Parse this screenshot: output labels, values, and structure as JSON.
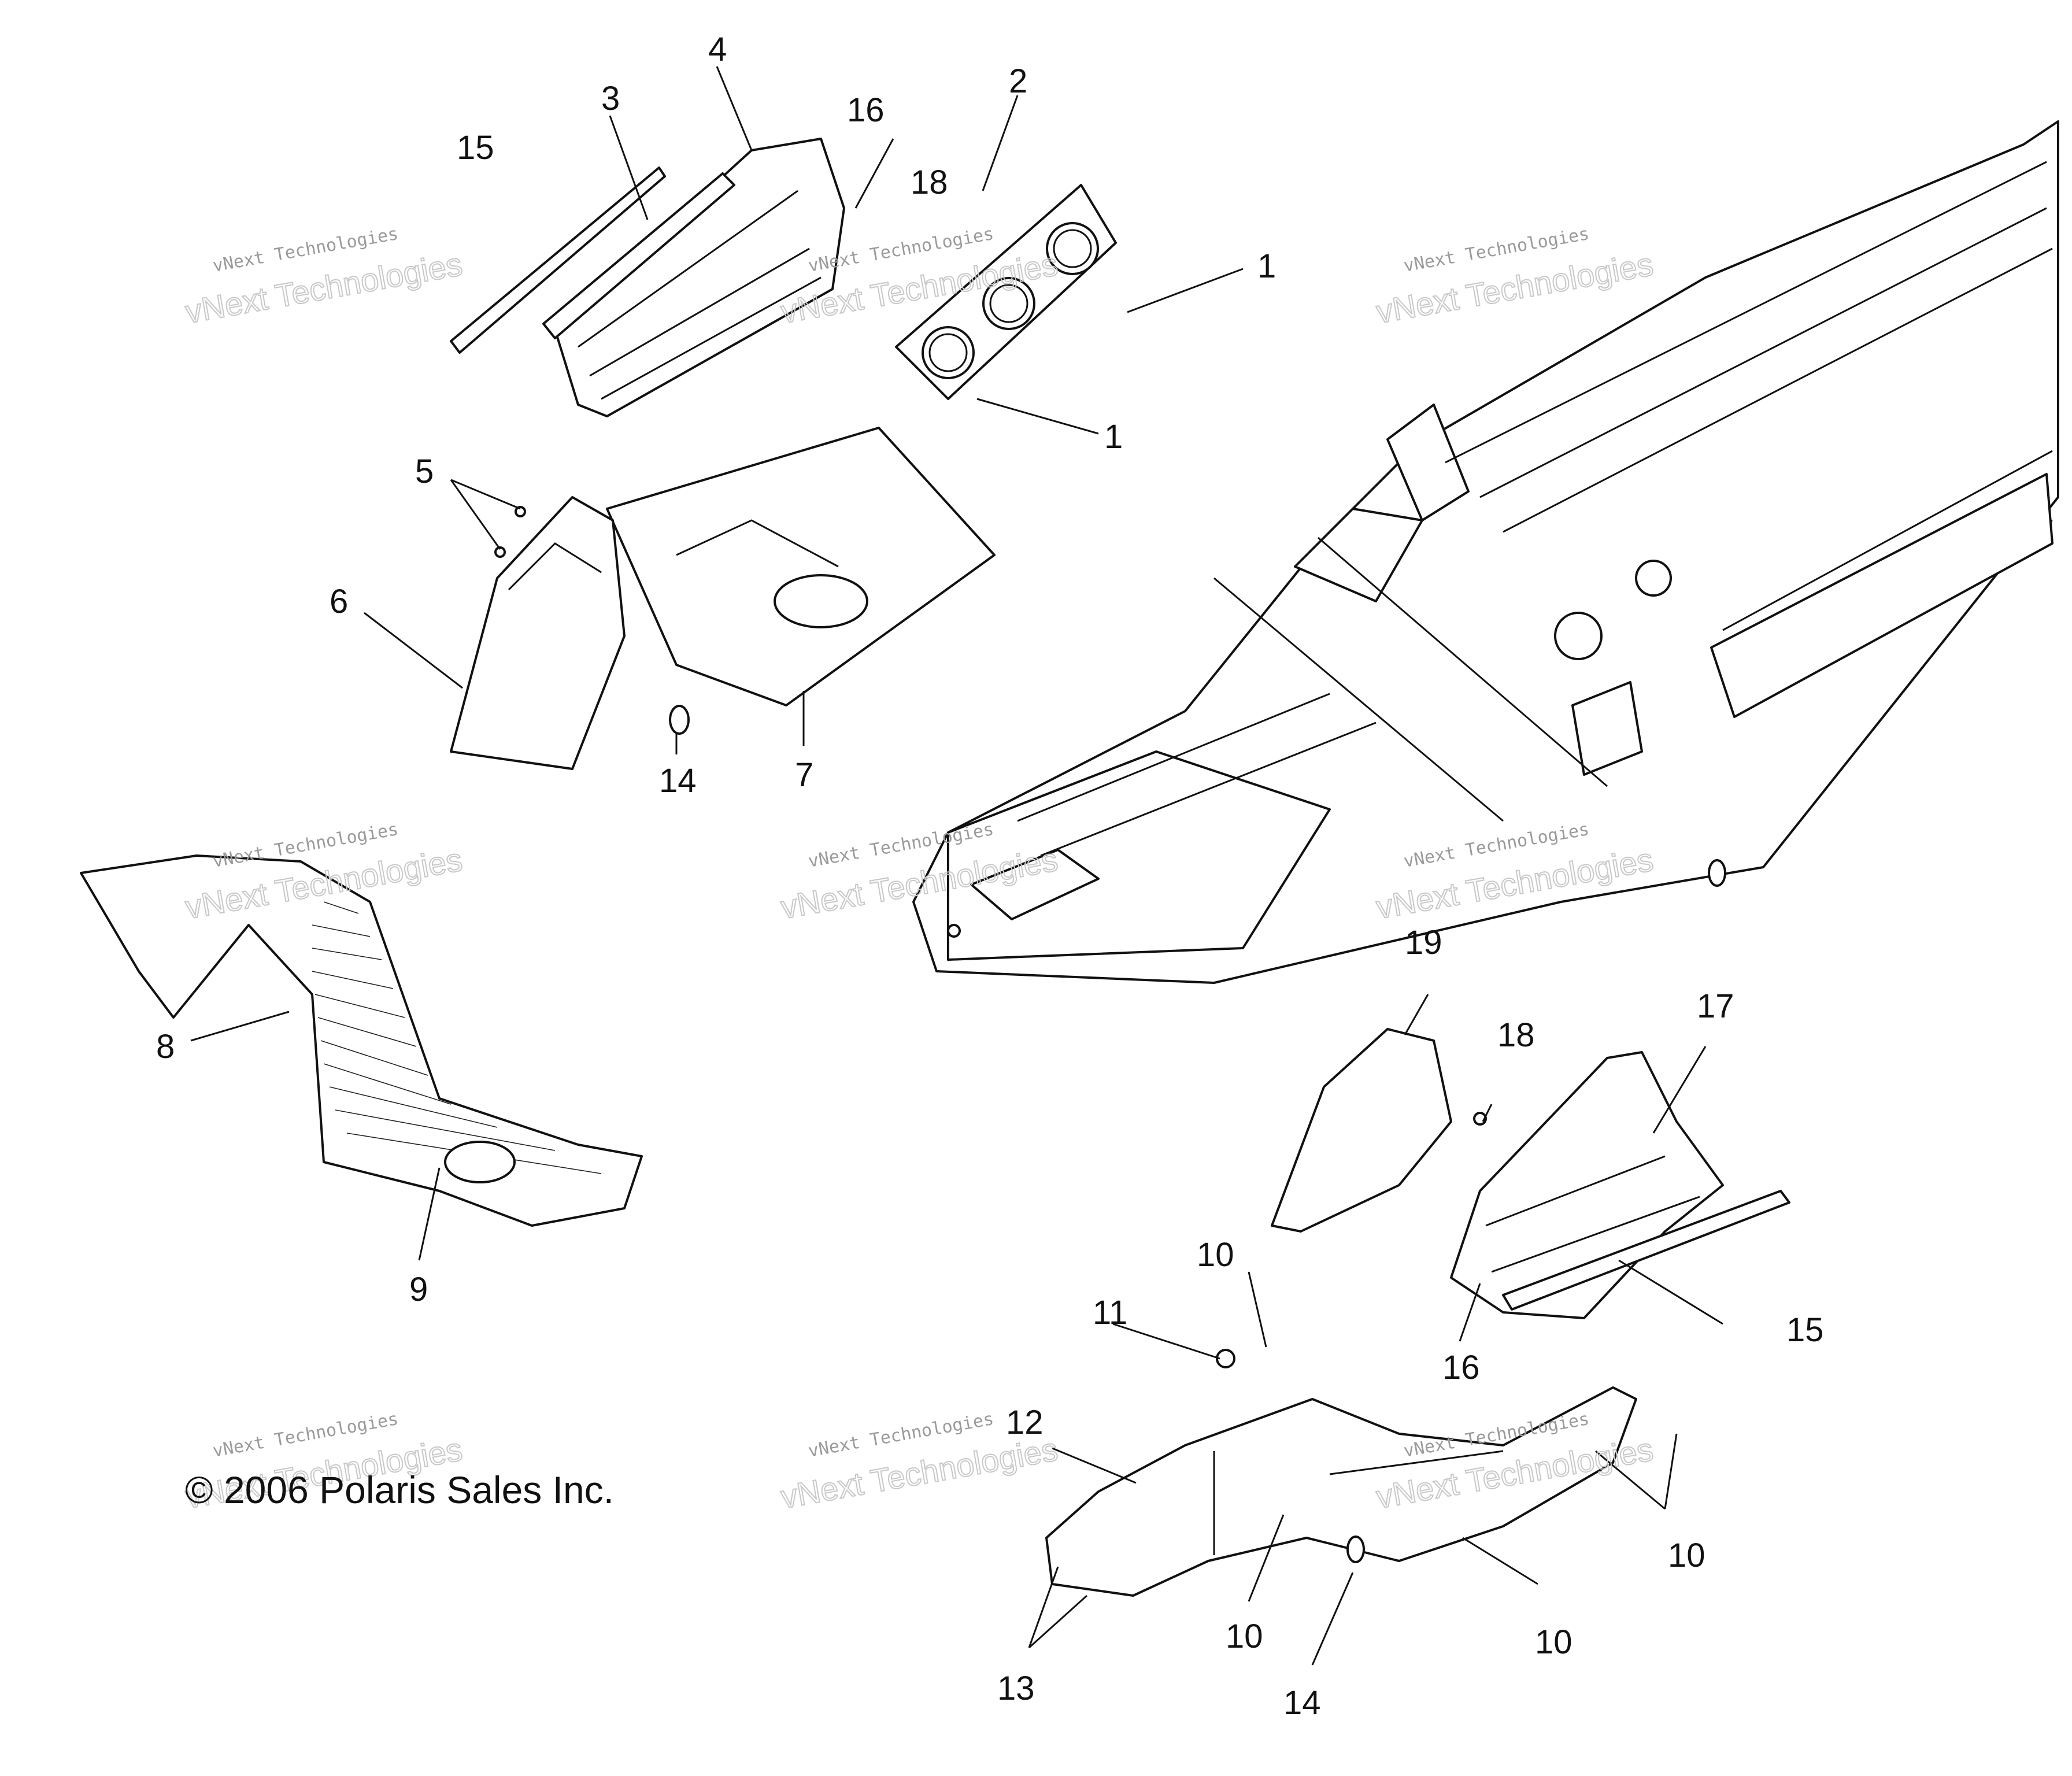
{
  "copyright": "© 2006 Polaris Sales Inc.",
  "watermark": {
    "line1": "vNext Technologies",
    "line2": "vNext Technologies"
  },
  "callouts": [
    "1",
    "1",
    "2",
    "3",
    "4",
    "5",
    "6",
    "7",
    "8",
    "9",
    "10",
    "10",
    "10",
    "10",
    "11",
    "12",
    "13",
    "14",
    "14",
    "15",
    "15",
    "16",
    "16",
    "17",
    "18",
    "18",
    "19"
  ],
  "colors": {
    "ink": "#111111",
    "watermark": "#c8c8c8",
    "background": "#ffffff"
  }
}
